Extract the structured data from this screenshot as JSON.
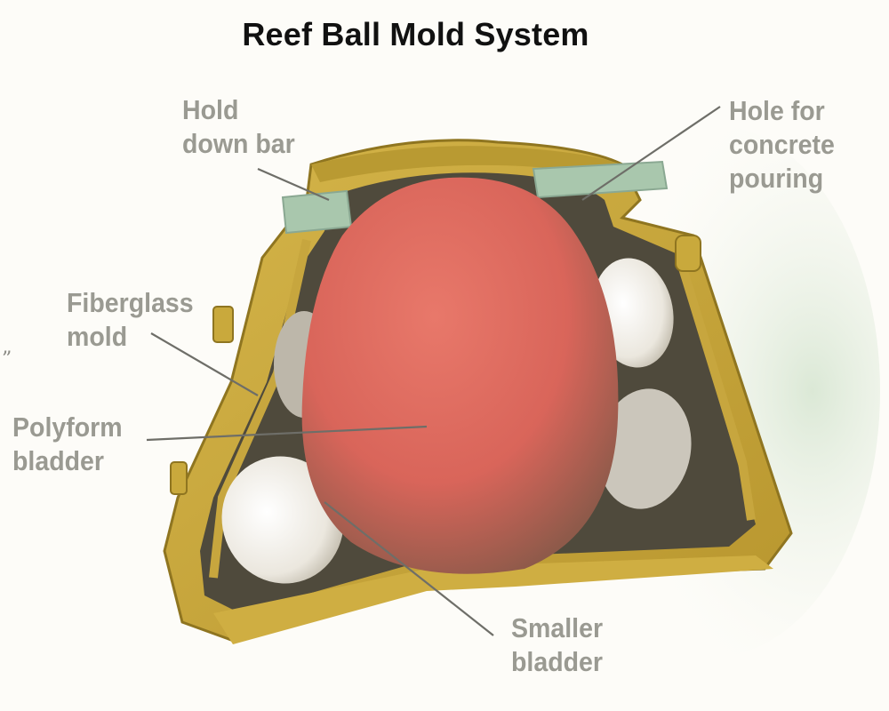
{
  "title": "Reef Ball Mold System",
  "labels": {
    "hold_down_bar": [
      "Hold",
      "down bar"
    ],
    "hole_for_pouring": [
      "Hole for",
      "concrete",
      "pouring"
    ],
    "fiberglass_mold": [
      "Fiberglass",
      "mold"
    ],
    "polyform_bladder": [
      "Polyform",
      "bladder"
    ],
    "smaller_bladder": [
      "Smaller",
      "bladder"
    ]
  },
  "edge_marks": [
    "”"
  ],
  "colors": {
    "mold": "#c9a93c",
    "mold_dark": "#a8872a",
    "bladder_main": "#d9655a",
    "bladder_small": "#e8e4dc",
    "bar": "#a9c7ad",
    "label": "#9a9a92",
    "title": "#111111"
  }
}
